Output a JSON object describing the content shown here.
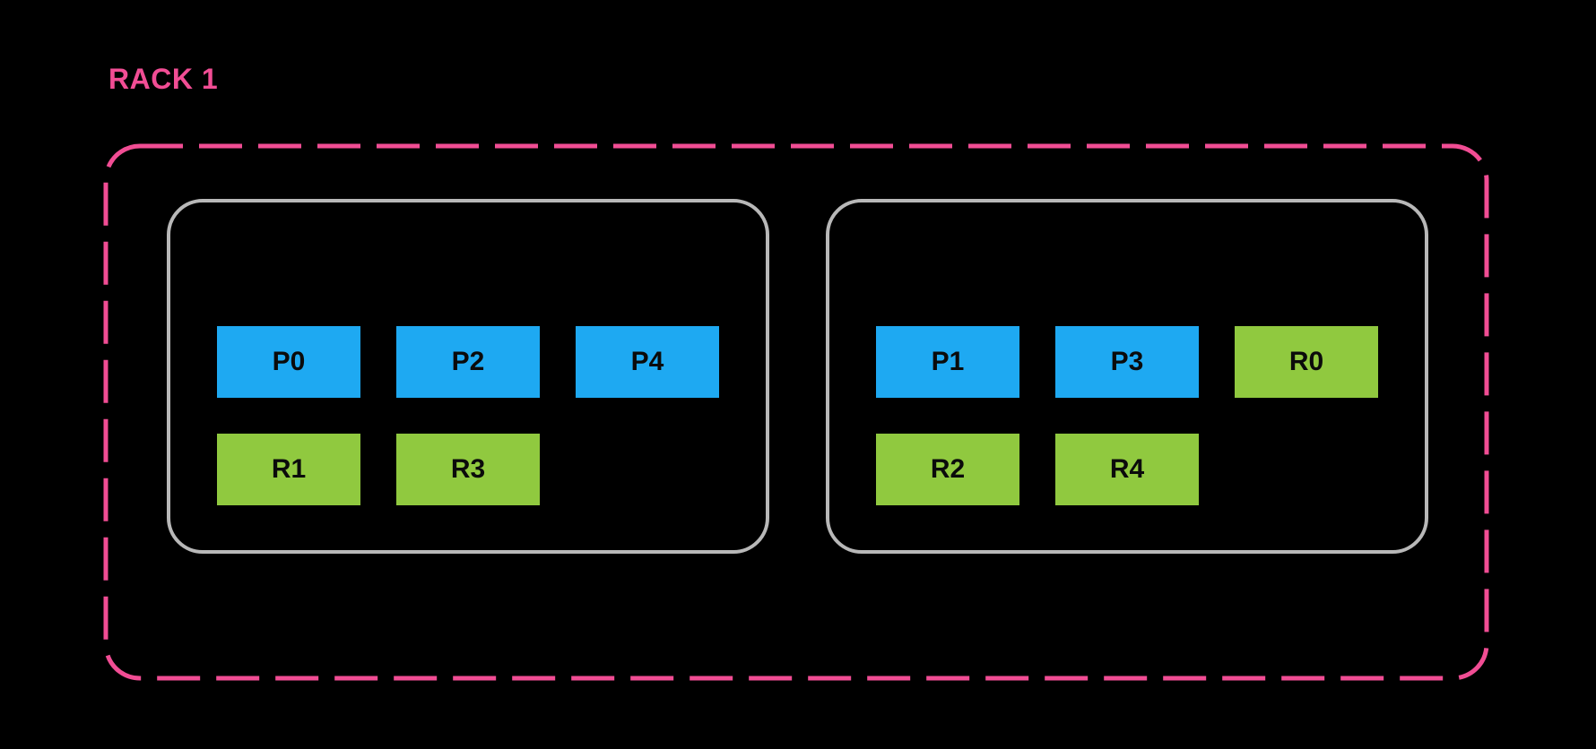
{
  "diagram": {
    "rack": {
      "label": "RACK 1",
      "nodes": [
        {
          "id": "node-1",
          "slots": [
            {
              "label": "P0",
              "type": "primary"
            },
            {
              "label": "P2",
              "type": "primary"
            },
            {
              "label": "P4",
              "type": "primary"
            },
            {
              "label": "R1",
              "type": "replica"
            },
            {
              "label": "R3",
              "type": "replica"
            }
          ]
        },
        {
          "id": "node-2",
          "slots": [
            {
              "label": "P1",
              "type": "primary"
            },
            {
              "label": "P3",
              "type": "primary"
            },
            {
              "label": "R0",
              "type": "replica"
            },
            {
              "label": "R2",
              "type": "replica"
            },
            {
              "label": "R4",
              "type": "replica"
            }
          ]
        }
      ]
    },
    "colors": {
      "background": "#000000",
      "rack_border_pink": "#F14D94",
      "rack_label_pink": "#F14D94",
      "node_border_gray": "#B8B8B8",
      "primary_blue": "#1EA9F2",
      "replica_green": "#90C93F",
      "slot_text": "#0B0B0B"
    }
  }
}
